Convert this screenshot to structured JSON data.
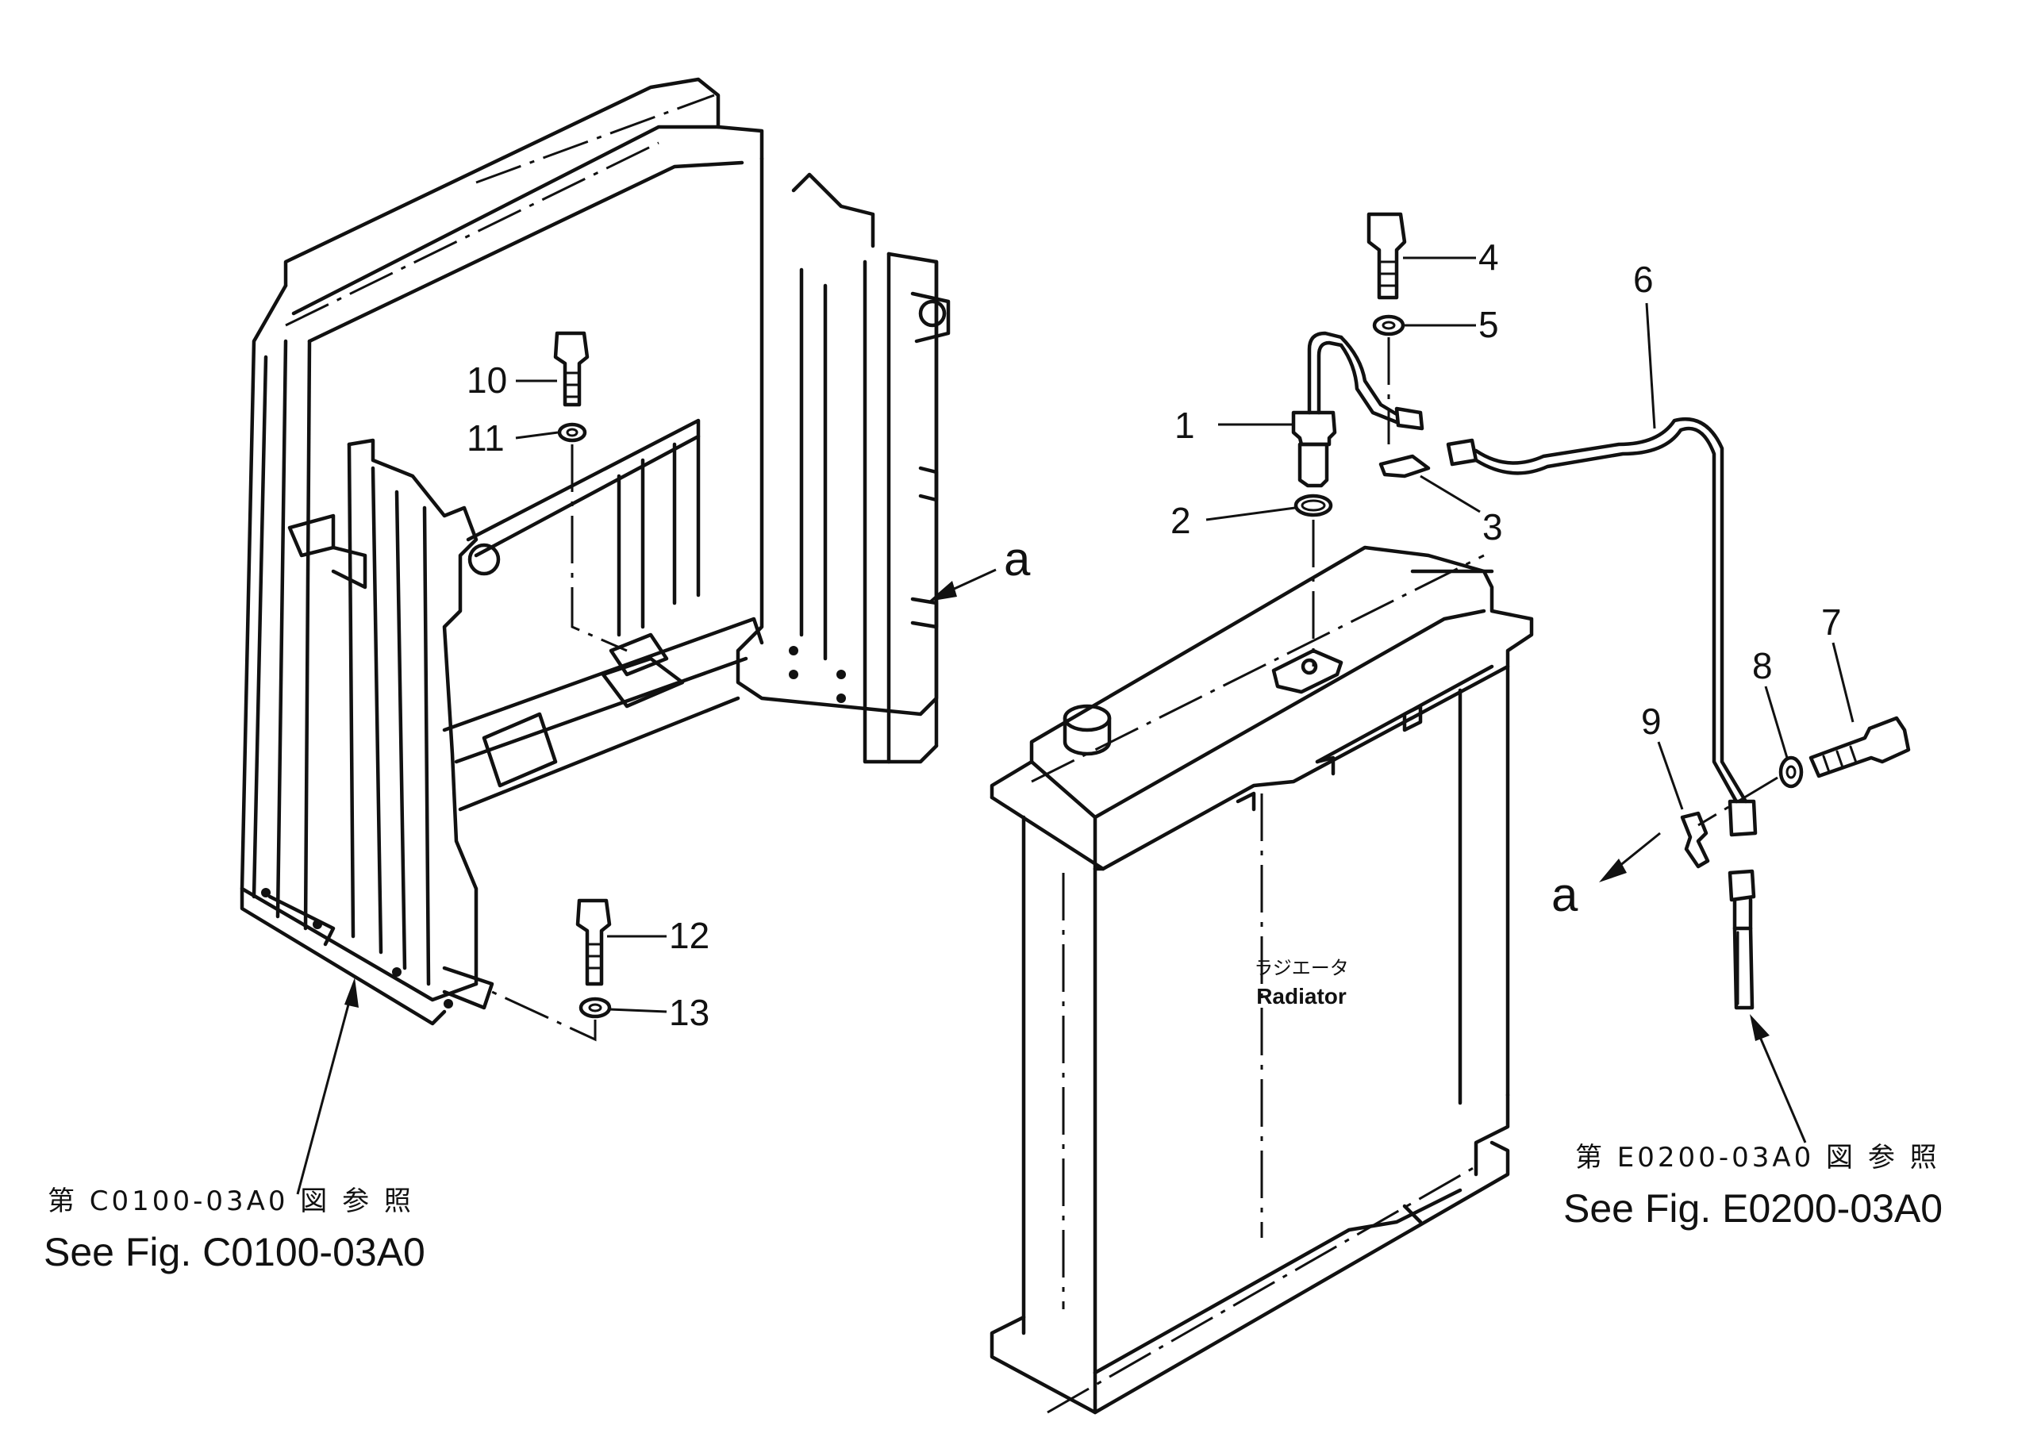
{
  "callouts": {
    "c1": "1",
    "c2": "2",
    "c3": "3",
    "c4": "4",
    "c5": "5",
    "c6": "6",
    "c7": "7",
    "c8": "8",
    "c9": "9",
    "c10": "10",
    "c11": "11",
    "c12": "12",
    "c13": "13"
  },
  "view_marker": "a",
  "radiator": {
    "label_jp": "ラジエータ",
    "label_en": "Radiator"
  },
  "references": {
    "left": {
      "jp": "第 C0100-03A0 図 参 照",
      "en": "See Fig. C0100-03A0"
    },
    "right": {
      "jp": "第 E0200-03A0 図 参 照",
      "en": "See Fig. E0200-03A0"
    }
  }
}
